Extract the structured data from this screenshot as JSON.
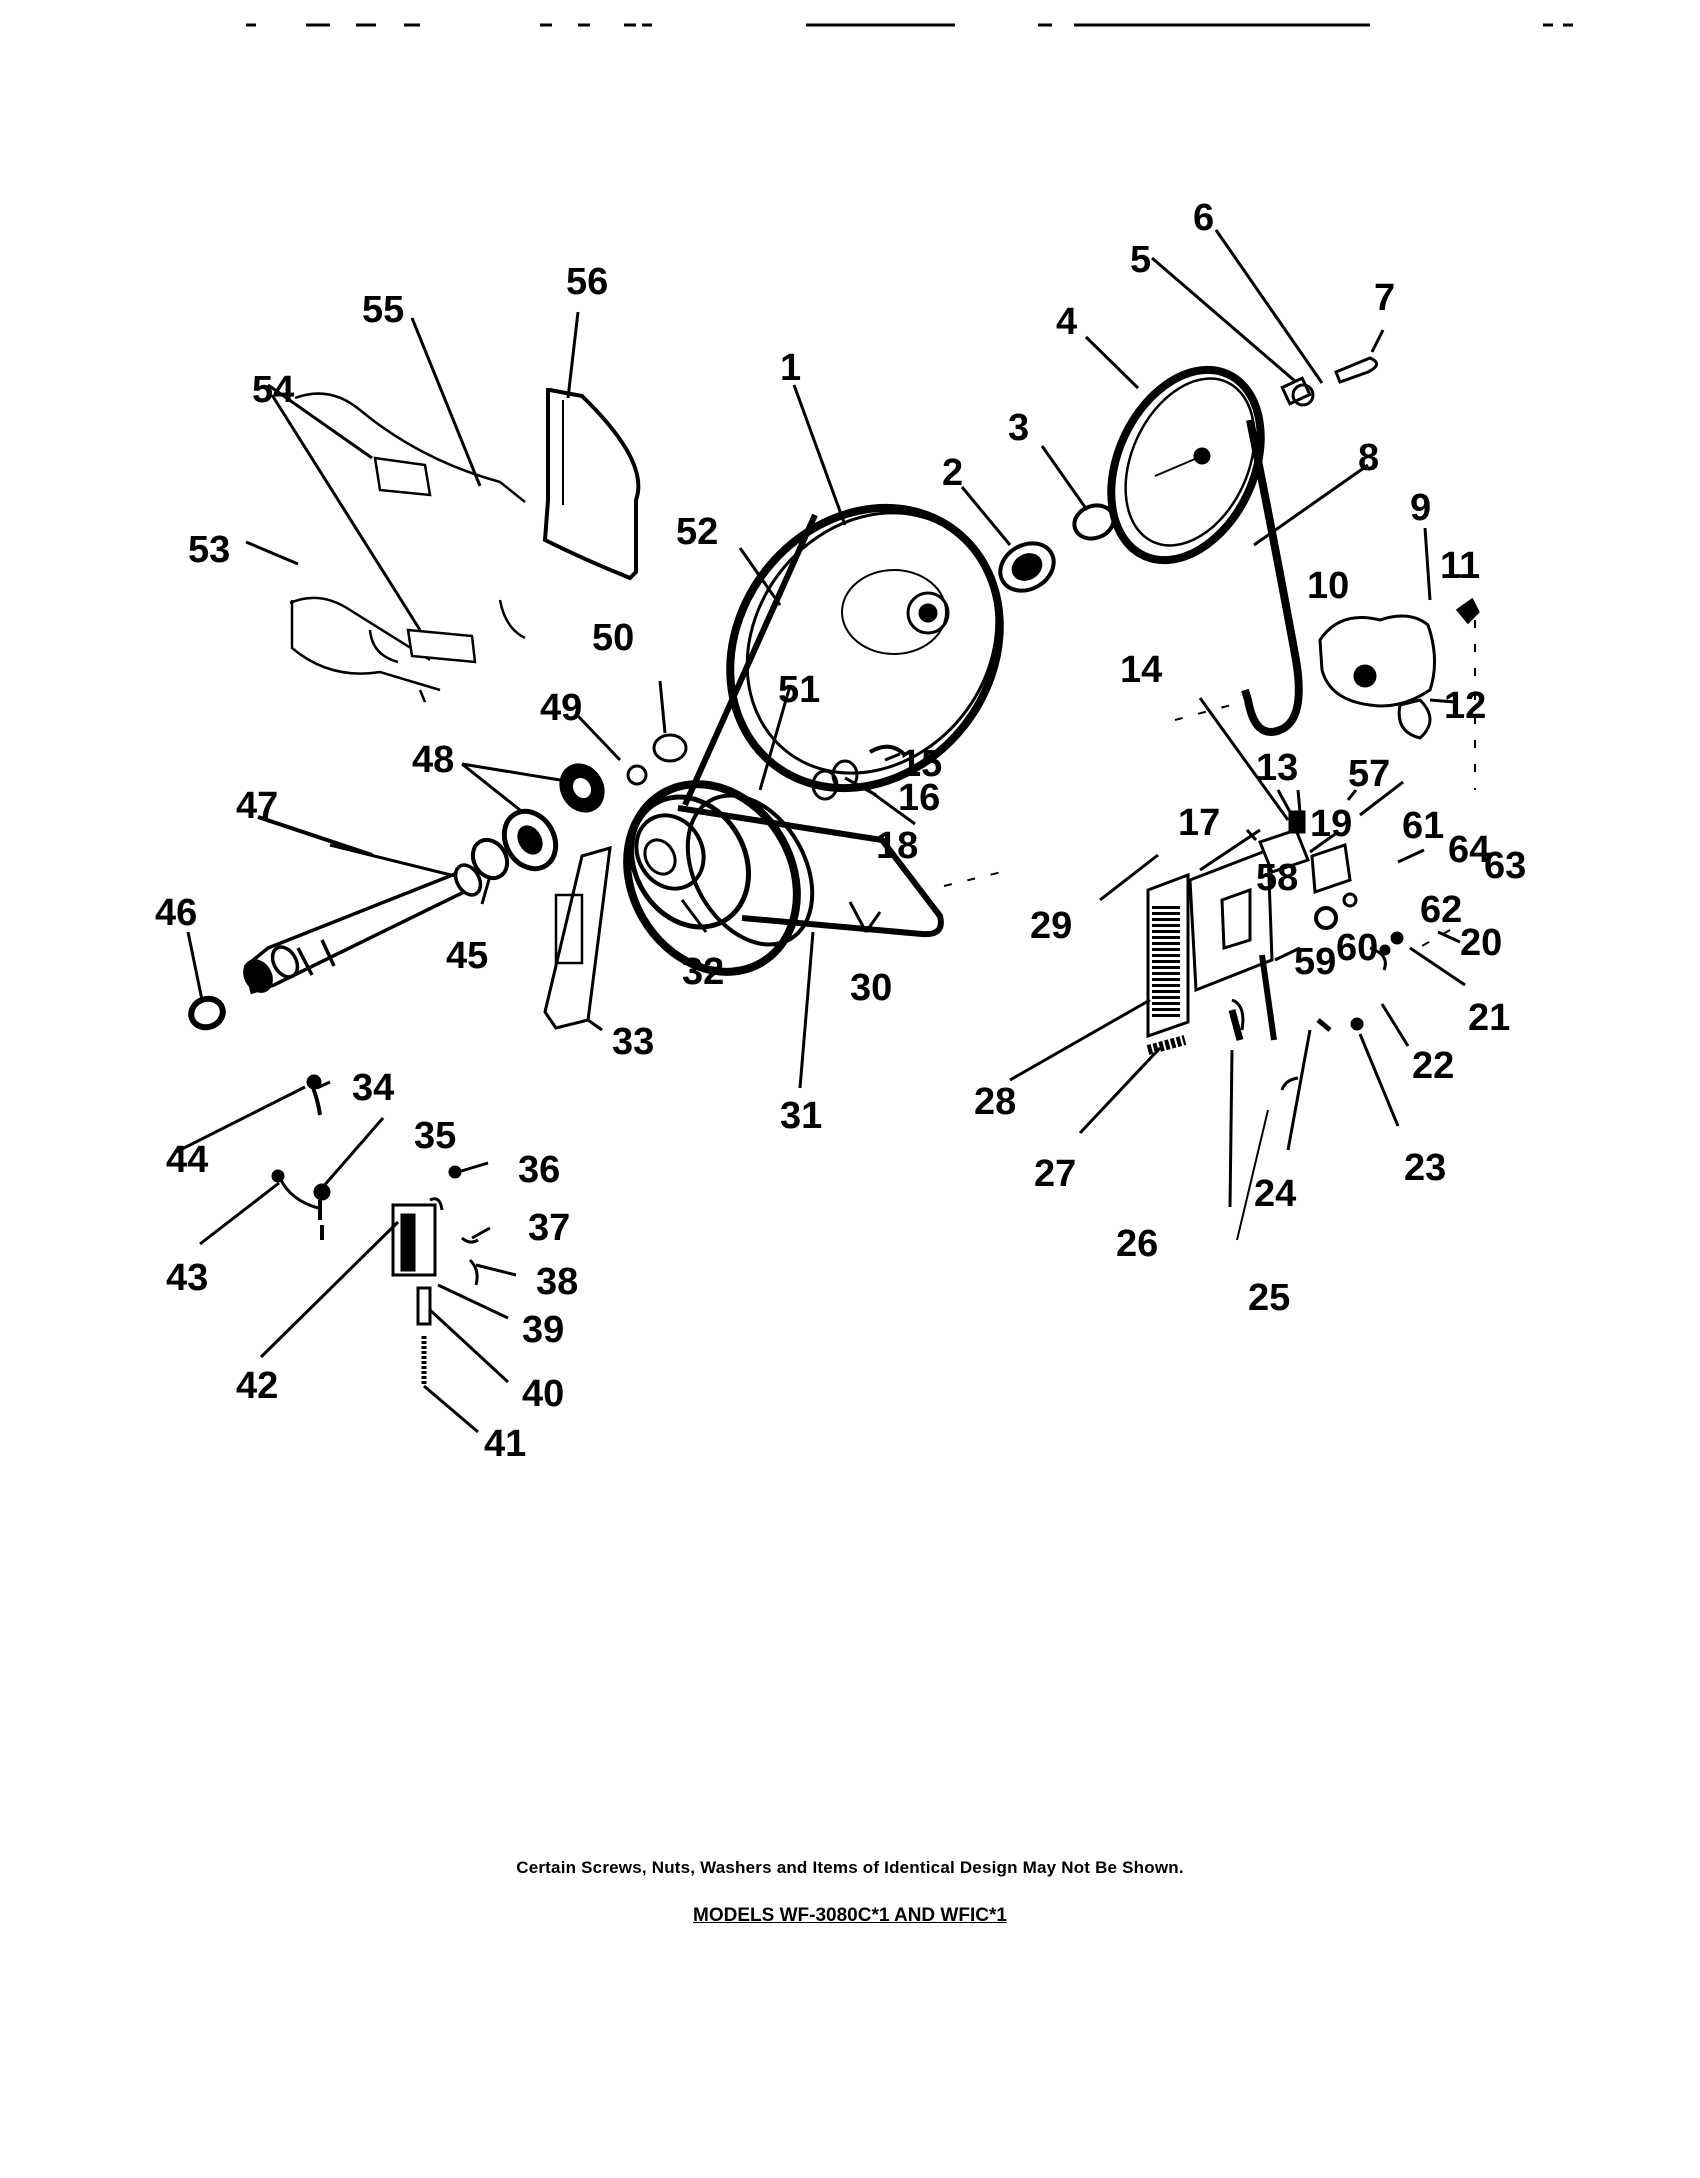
{
  "labels": {
    "p1": "1",
    "p2": "2",
    "p3": "3",
    "p4": "4",
    "p5": "5",
    "p6": "6",
    "p7": "7",
    "p8": "8",
    "p9": "9",
    "p10": "10",
    "p11": "11",
    "p12": "12",
    "p13": "13",
    "p14": "14",
    "p15": "15",
    "p16": "16",
    "p17": "17",
    "p18": "18",
    "p19": "19",
    "p20": "20",
    "p21": "21",
    "p22": "22",
    "p23": "23",
    "p24": "24",
    "p25": "25",
    "p26": "26",
    "p27": "27",
    "p28": "28",
    "p29": "29",
    "p30": "30",
    "p31": "31",
    "p32": "32",
    "p33": "33",
    "p34": "34",
    "p35": "35",
    "p36": "36",
    "p37": "37",
    "p38": "38",
    "p39": "39",
    "p40": "40",
    "p41": "41",
    "p42": "42",
    "p43": "43",
    "p44": "44",
    "p45": "45",
    "p46": "46",
    "p47": "47",
    "p48": "48",
    "p49": "49",
    "p50": "50",
    "p51": "51",
    "p52": "52",
    "p53": "53",
    "p54": "54",
    "p55": "55",
    "p56": "56",
    "p57": "57",
    "p58": "58",
    "p59": "59",
    "p60": "60",
    "p61": "61",
    "p62": "62",
    "p63": "63",
    "p64": "64"
  },
  "footnote": "Certain Screws, Nuts, Washers and Items of Identical Design May Not Be Shown.",
  "models": "MODELS WF-3080C*1 AND WFIC*1"
}
